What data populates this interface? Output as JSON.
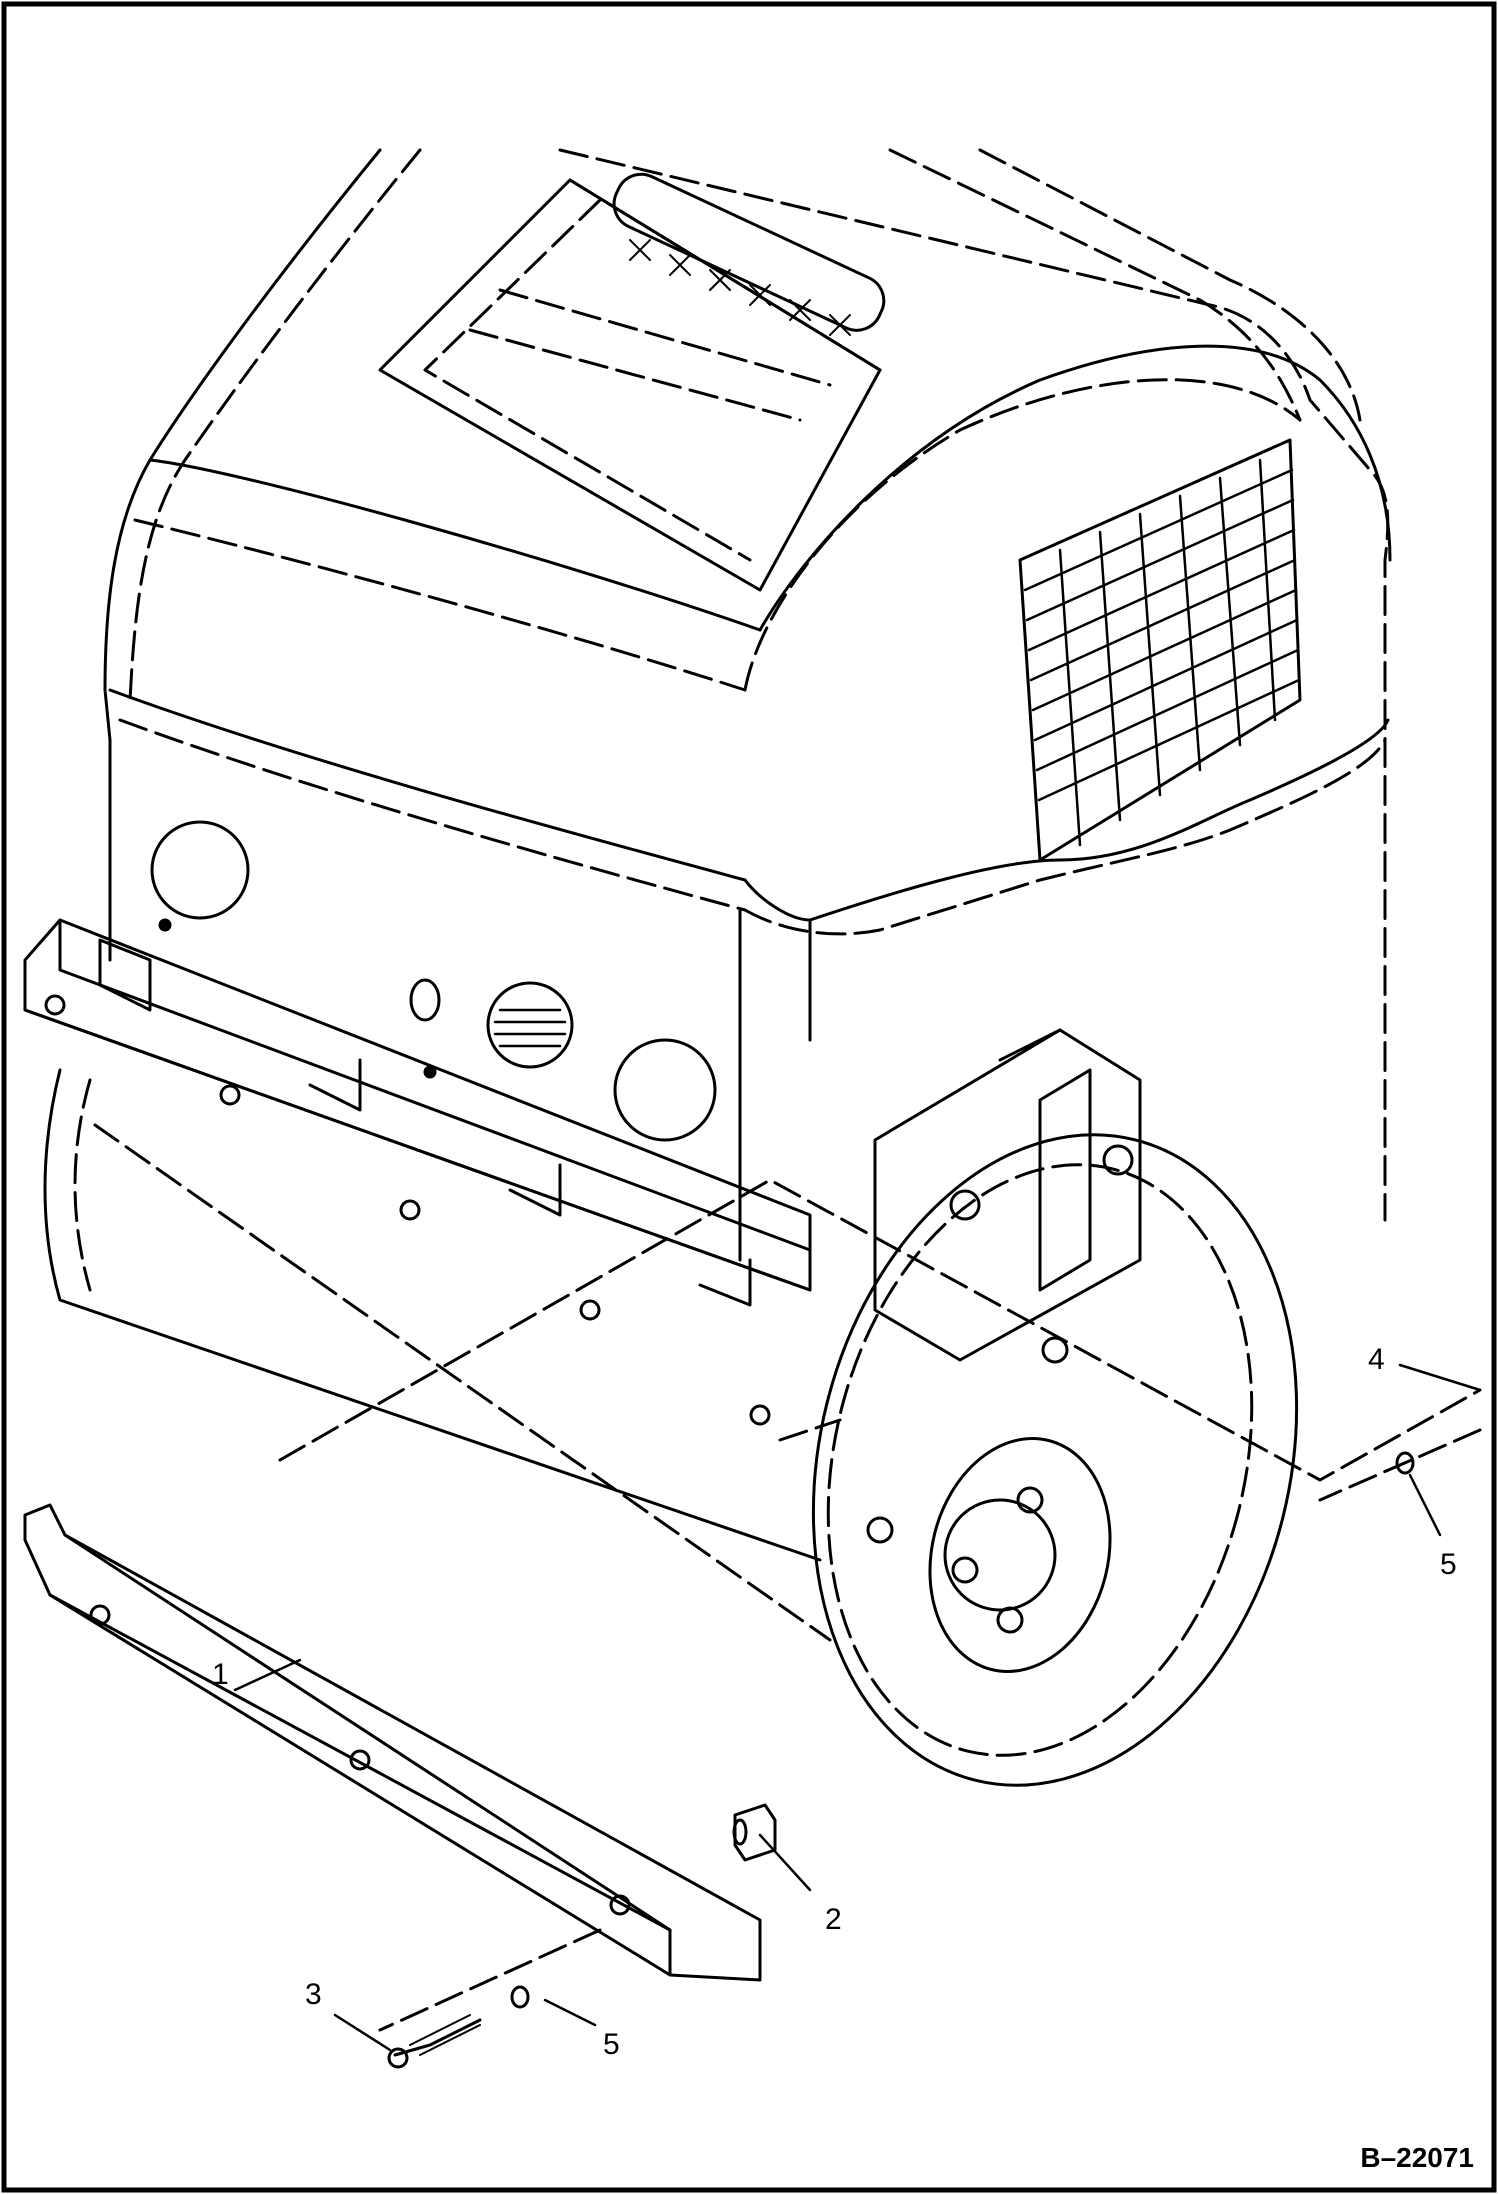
{
  "callouts": {
    "c1": "1",
    "c2": "2",
    "c3": "3",
    "c4": "4",
    "c5a": "5",
    "c5b": "5"
  },
  "figure_ref": "B–22071",
  "colors": {
    "ink": "#000000",
    "paper": "#ffffff"
  }
}
